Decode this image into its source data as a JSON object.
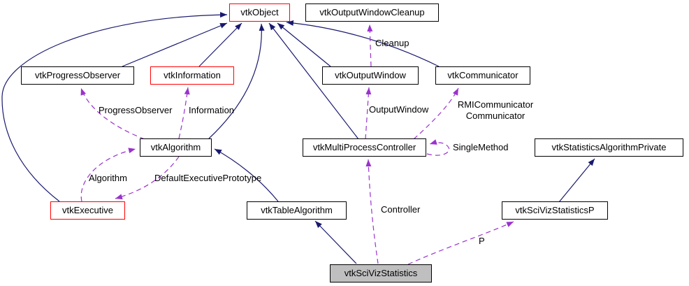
{
  "diagram": {
    "title": "vtkSciVizStatistics collaboration graph",
    "colors": {
      "inheritance_edge": "#191970",
      "usage_edge": "#9a32cd",
      "box_border": "#000000",
      "truncated_box_border": "#ff0000",
      "box_background": "#ffffff",
      "current_box_background": "#bfbfbf",
      "text": "#000000",
      "background": "#ffffff"
    },
    "nodes": [
      {
        "label": "vtkObject",
        "style": "red"
      },
      {
        "label": "vtkOutputWindowCleanup",
        "style": "plain"
      },
      {
        "label": "vtkProgressObserver",
        "style": "plain"
      },
      {
        "label": "vtkInformation",
        "style": "red"
      },
      {
        "label": "vtkOutputWindow",
        "style": "plain"
      },
      {
        "label": "vtkCommunicator",
        "style": "plain"
      },
      {
        "label": "vtkAlgorithm",
        "style": "plain"
      },
      {
        "label": "vtkMultiProcessController",
        "style": "plain"
      },
      {
        "label": "vtkStatisticsAlgorithmPrivate",
        "style": "plain"
      },
      {
        "label": "vtkExecutive",
        "style": "red"
      },
      {
        "label": "vtkTableAlgorithm",
        "style": "plain"
      },
      {
        "label": "vtkSciVizStatisticsP",
        "style": "plain"
      },
      {
        "label": "vtkSciVizStatistics",
        "style": "current"
      }
    ],
    "edge_labels": {
      "cleanup": "Cleanup",
      "output_window": "OutputWindow",
      "rmi_line1": "RMICommunicator",
      "rmi_line2": "Communicator",
      "progress_observer": "ProgressObserver",
      "information": "Information",
      "single_method": "SingleMethod",
      "algorithm": "Algorithm",
      "default_executive_prototype": "DefaultExecutivePrototype",
      "controller": "Controller",
      "p": "P"
    }
  }
}
